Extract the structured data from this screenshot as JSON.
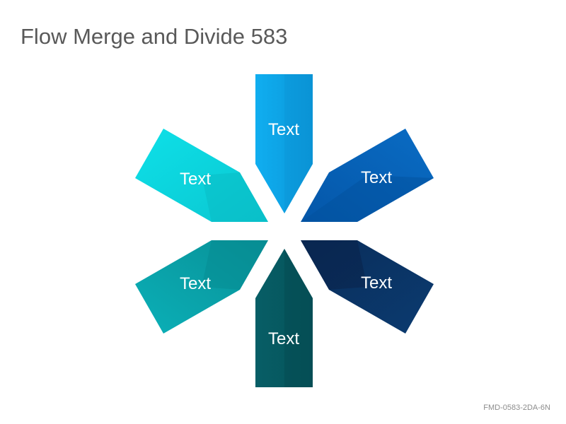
{
  "title": "Flow Merge and Divide 583",
  "footer_code": "FMD-0583-2DA-6N",
  "arrows": [
    {
      "id": "top",
      "label": "Text",
      "color": "#0ea5e9"
    },
    {
      "id": "upper-right",
      "label": "Text",
      "color": "#0564b8"
    },
    {
      "id": "lower-right",
      "label": "Text",
      "color": "#0b3566"
    },
    {
      "id": "bottom",
      "label": "Text",
      "color": "#065a62"
    },
    {
      "id": "lower-left",
      "label": "Text",
      "color": "#0aa0a8"
    },
    {
      "id": "upper-left",
      "label": "Text",
      "color": "#0cd8e0"
    }
  ]
}
